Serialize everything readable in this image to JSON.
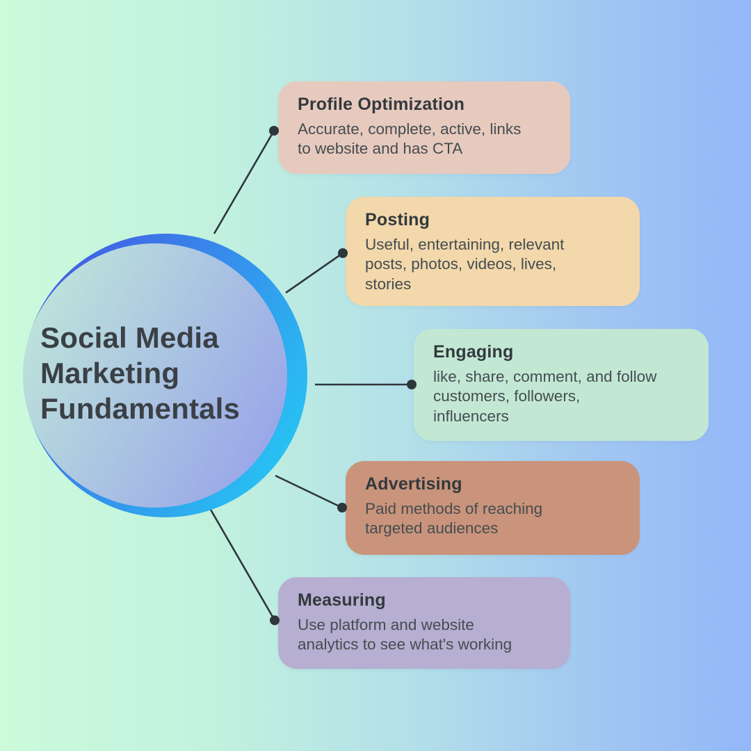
{
  "center": {
    "title": "Social Media\nMarketing\nFundamentals"
  },
  "cards": [
    {
      "id": "profile-optimization",
      "title": "Profile Optimization",
      "body": "Accurate, complete, active, links\nto website and has CTA",
      "bg": "#e7cabe"
    },
    {
      "id": "posting",
      "title": "Posting",
      "body": "Useful, entertaining, relevant\nposts, photos, videos, lives,\nstories",
      "bg": "#f2d8ab"
    },
    {
      "id": "engaging",
      "title": "Engaging",
      "body": "like, share, comment, and follow\ncustomers, followers,\ninfluencers",
      "bg": "#c2e8d4"
    },
    {
      "id": "advertising",
      "title": "Advertising",
      "body": "Paid methods of reaching\ntargeted audiences",
      "bg": "#c9947b"
    },
    {
      "id": "measuring",
      "title": "Measuring",
      "body": "Use platform and website\nanalytics to see what's working",
      "bg": "#b6afd1"
    }
  ],
  "colors": {
    "background_left": "#ccfadb",
    "background_right": "#93b7f8",
    "ring_start": "#4653e3",
    "ring_end": "#27c3f3",
    "circle_fill_start": "#bfe6da",
    "circle_fill_end": "#98a4e9",
    "line": "#2e363c",
    "title_text": "#3a4045",
    "card_title_text": "#33393d",
    "card_body_text": "#454c50"
  }
}
